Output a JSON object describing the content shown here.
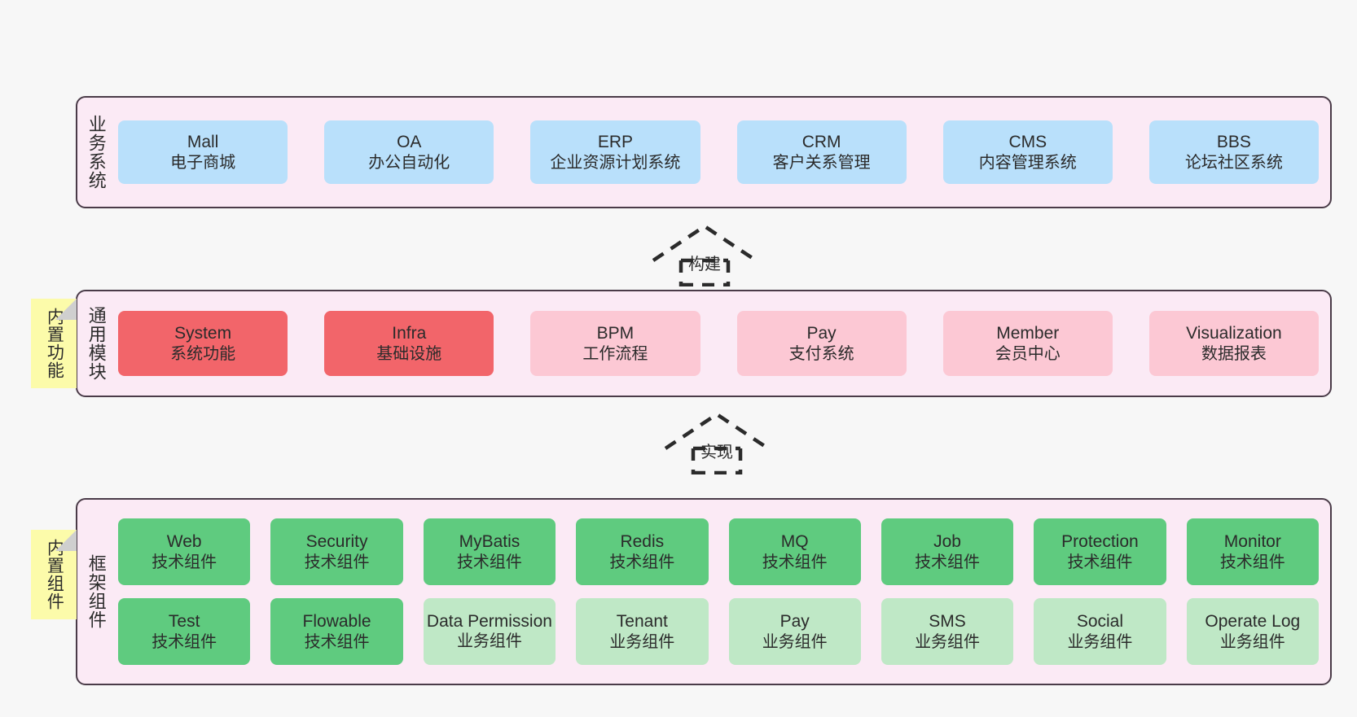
{
  "diagram": {
    "title_top": "业务系统",
    "title_mid": "通用模块",
    "title_bottom": "框架组件"
  },
  "sticky_notes": {
    "middle": "内置功能",
    "bottom": "内置组件"
  },
  "connectors": {
    "build": "构建",
    "implement": "实现"
  },
  "layers": {
    "business": {
      "label": "业务系统",
      "nodes": [
        {
          "title": "Mall",
          "sub": "电子商城",
          "color": "#b9e0fb"
        },
        {
          "title": "OA",
          "sub": "办公自动化",
          "color": "#b9e0fb"
        },
        {
          "title": "ERP",
          "sub": "企业资源计划系统",
          "color": "#b9e0fb"
        },
        {
          "title": "CRM",
          "sub": "客户关系管理",
          "color": "#b9e0fb"
        },
        {
          "title": "CMS",
          "sub": "内容管理系统",
          "color": "#b9e0fb"
        },
        {
          "title": "BBS",
          "sub": "论坛社区系统",
          "color": "#b9e0fb"
        }
      ]
    },
    "common": {
      "label": "通用模块",
      "nodes": [
        {
          "title": "System",
          "sub": "系统功能",
          "color": "#f2656a"
        },
        {
          "title": "Infra",
          "sub": "基础设施",
          "color": "#f2656a"
        },
        {
          "title": "BPM",
          "sub": "工作流程",
          "color": "#fcc8d4"
        },
        {
          "title": "Pay",
          "sub": "支付系统",
          "color": "#fcc8d4"
        },
        {
          "title": "Member",
          "sub": "会员中心",
          "color": "#fcc8d4"
        },
        {
          "title": "Visualization",
          "sub": "数据报表",
          "color": "#fcc8d4"
        }
      ]
    },
    "framework": {
      "label": "框架组件",
      "row1": [
        {
          "title": "Web",
          "sub": "技术组件",
          "color": "#5fcb7f"
        },
        {
          "title": "Security",
          "sub": "技术组件",
          "color": "#5fcb7f"
        },
        {
          "title": "MyBatis",
          "sub": "技术组件",
          "color": "#5fcb7f"
        },
        {
          "title": "Redis",
          "sub": "技术组件",
          "color": "#5fcb7f"
        },
        {
          "title": "MQ",
          "sub": "技术组件",
          "color": "#5fcb7f"
        },
        {
          "title": "Job",
          "sub": "技术组件",
          "color": "#5fcb7f"
        },
        {
          "title": "Protection",
          "sub": "技术组件",
          "color": "#5fcb7f"
        },
        {
          "title": "Monitor",
          "sub": "技术组件",
          "color": "#5fcb7f"
        }
      ],
      "row2": [
        {
          "title": "Test",
          "sub": "技术组件",
          "color": "#5fcb7f"
        },
        {
          "title": "Flowable",
          "sub": "技术组件",
          "color": "#5fcb7f"
        },
        {
          "title": "Data Permission",
          "sub": "业务组件",
          "color": "#bfe8c6"
        },
        {
          "title": "Tenant",
          "sub": "业务组件",
          "color": "#bfe8c6"
        },
        {
          "title": "Pay",
          "sub": "业务组件",
          "color": "#bfe8c6"
        },
        {
          "title": "SMS",
          "sub": "业务组件",
          "color": "#bfe8c6"
        },
        {
          "title": "Social",
          "sub": "业务组件",
          "color": "#bfe8c6"
        },
        {
          "title": "Operate Log",
          "sub": "业务组件",
          "color": "#bfe8c6"
        }
      ]
    }
  },
  "colors": {
    "background": "#f7f7f7",
    "layer_fill": "#fbeaf5",
    "layer_border": "#4a3b48",
    "sticky_fill": "#fcfbaa",
    "blue": "#b9e0fb",
    "red": "#f2656a",
    "pink": "#fcc8d4",
    "green": "#5fcb7f",
    "light_green": "#bfe8c6"
  }
}
